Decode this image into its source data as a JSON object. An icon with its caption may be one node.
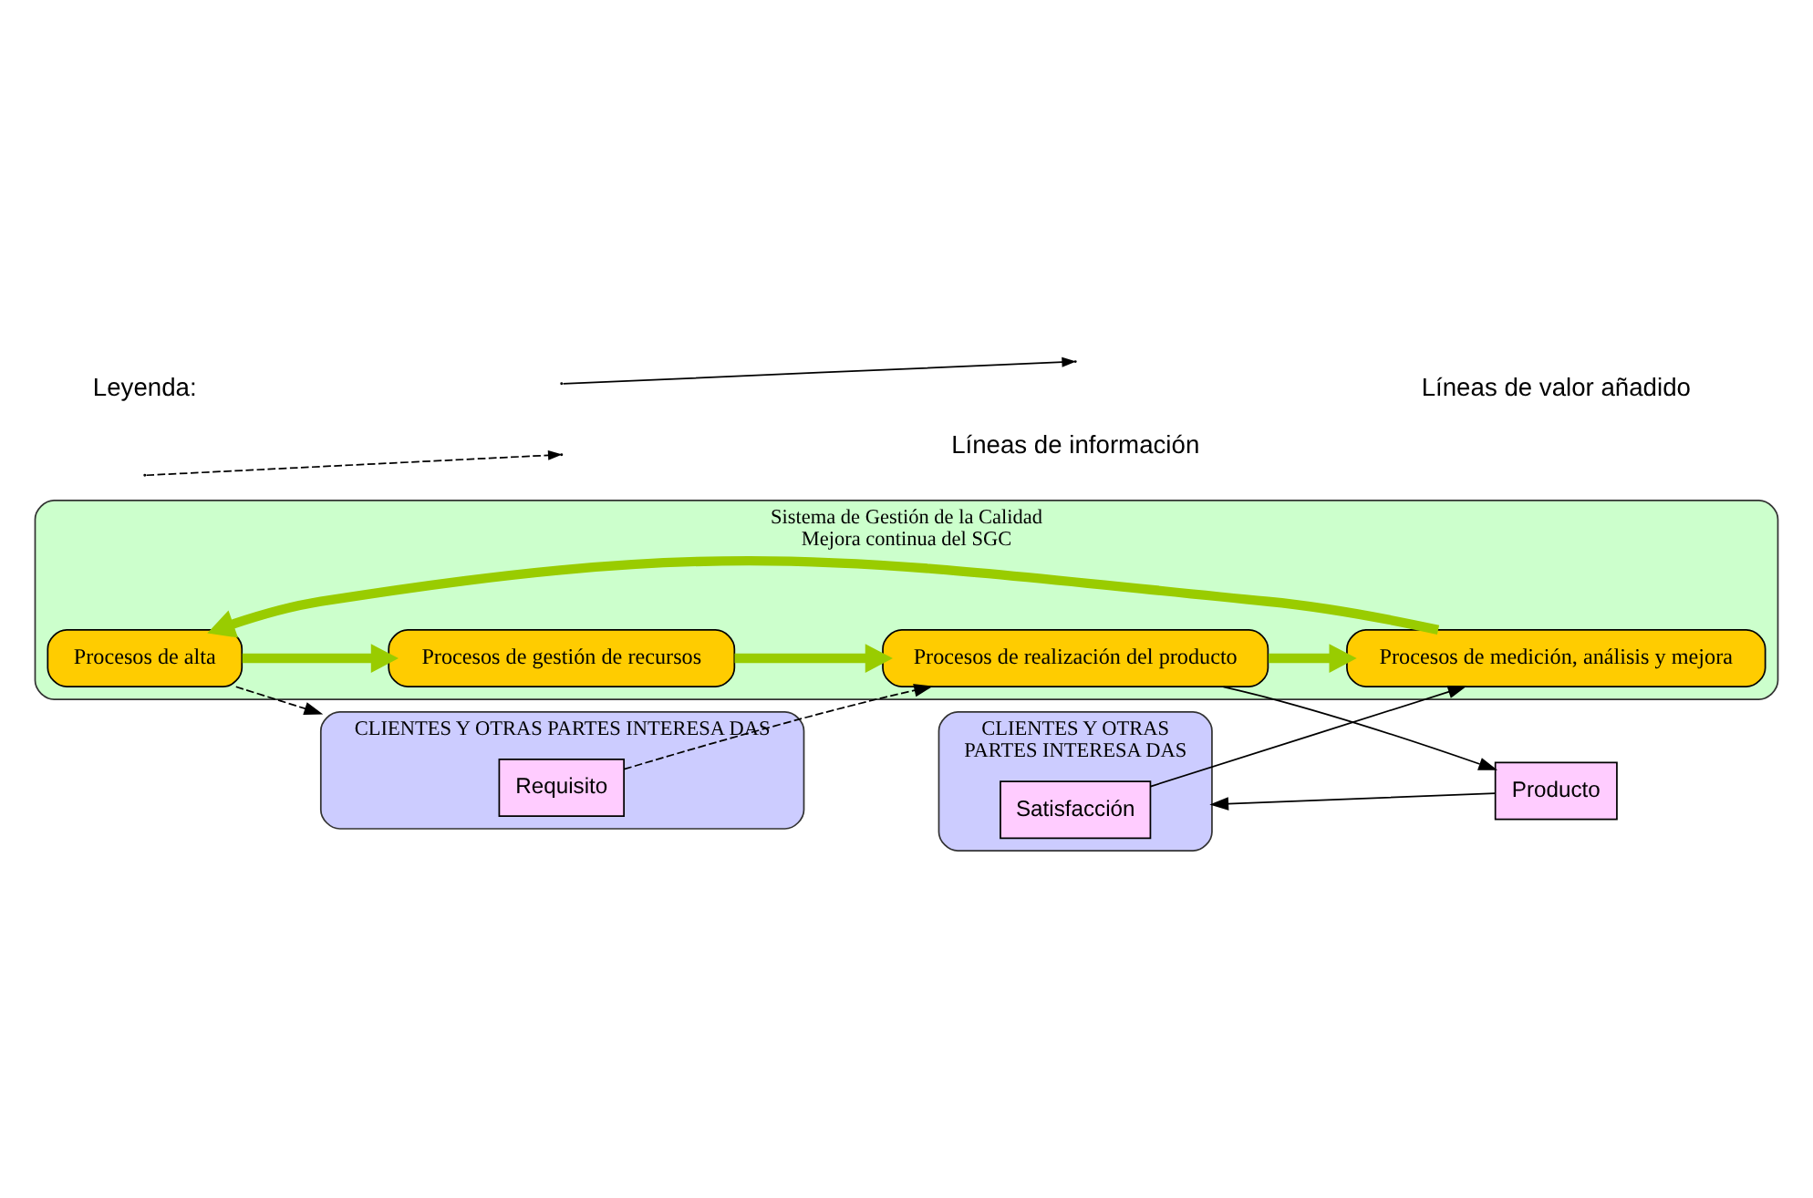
{
  "diagram": {
    "nodes": [
      {
        "text": [
          "CLIENTES Y OTRAS PARTES INTERESA DAS"
        ]
      },
      {
        "text": [
          "Requisito"
        ],
        "in": 0
      },
      {
        "text": [
          "Sistema de Gestión de la Calidad",
          "Mejora continua del SGC"
        ]
      },
      {
        "text": [
          "Procesos de alta"
        ],
        "in": 2
      },
      {
        "text": [
          "Procesos de gestión de recursos"
        ],
        "in": 2
      },
      {
        "text": [
          "Procesos de medición, análisis y mejora"
        ],
        "in": 2
      },
      {
        "text": [
          "Procesos de realización del producto"
        ],
        "in": 2
      },
      {
        "text": [
          "Producto"
        ]
      },
      {
        "text": [
          "CLIENTES Y OTRAS",
          "PARTES INTERESA DAS"
        ]
      },
      {
        "text": [
          "Satisfacción"
        ],
        "in": 8
      }
    ],
    "edges": [
      {
        "from": 3,
        "to": 0,
        "arrow": "to",
        "style": "dashed"
      },
      {
        "from": 3,
        "to": 4,
        "arrow": "to",
        "style": "thick",
        "color": "#99cc00"
      },
      {
        "from": 4,
        "to": 6,
        "arrow": "to",
        "style": "thick",
        "color": "#99cc00"
      },
      {
        "from": 6,
        "to": 5,
        "arrow": "to",
        "style": "thick",
        "color": "#99cc00"
      },
      {
        "from": 5,
        "to": 3,
        "arrow": "to",
        "style": "thick",
        "color": "#99cc00"
      },
      {
        "from": 1,
        "to": 6,
        "arrow": "to",
        "style": "dashed"
      },
      {
        "from": 6,
        "to": 7,
        "arrow": "to"
      },
      {
        "from": 7,
        "to": 8,
        "arrow": "to"
      },
      {
        "from": 9,
        "to": 5,
        "arrow": "to"
      }
    ],
    "labels": [
      "Leyenda:"
    ],
    "legend": [
      {
        "text": "Líneas de valor añadido"
      },
      {
        "text": "Líneas de información"
      }
    ]
  }
}
